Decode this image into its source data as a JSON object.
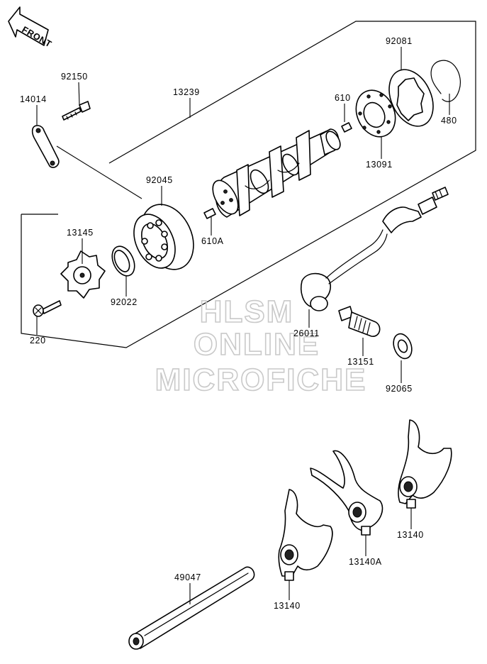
{
  "front_indicator": "FRONT",
  "watermark": {
    "line1": "HLSM",
    "line2": "ONLINE",
    "line3": "MICROFICHE"
  },
  "part_labels": {
    "p92150": "92150",
    "p14014": "14014",
    "p13239": "13239",
    "p92081": "92081",
    "p610": "610",
    "p480": "480",
    "p13091": "13091",
    "p92045": "92045",
    "p13145": "13145",
    "p610A": "610A",
    "p92022": "92022",
    "p220": "220",
    "p26011": "26011",
    "p13151": "13151",
    "p92065": "92065",
    "p49047": "49047",
    "p13140_left": "13140",
    "p13140A": "13140A",
    "p13140_right": "13140"
  }
}
